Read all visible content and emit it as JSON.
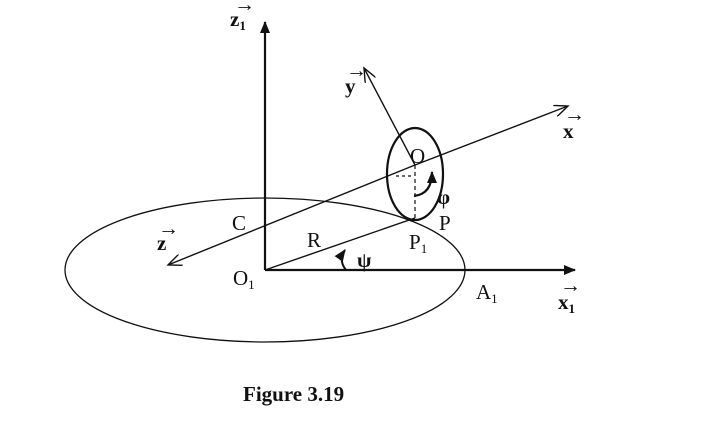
{
  "labels": {
    "z1": {
      "base": "z",
      "sub": "1",
      "vec": "→"
    },
    "y": {
      "base": "y",
      "vec": "→"
    },
    "x": {
      "base": "x",
      "vec": "→"
    },
    "z": {
      "base": "z",
      "vec": "→"
    },
    "x1": {
      "base": "x",
      "sub": "1",
      "vec": "→"
    },
    "O": "O",
    "phi": "φ",
    "C": "C",
    "P": "P",
    "R": "R",
    "P1": {
      "base": "P",
      "sub": "1"
    },
    "psi": "ψ",
    "O1": {
      "base": "O",
      "sub": "1"
    },
    "A1": {
      "base": "A",
      "sub": "1"
    }
  },
  "caption": "Figure 3.19"
}
